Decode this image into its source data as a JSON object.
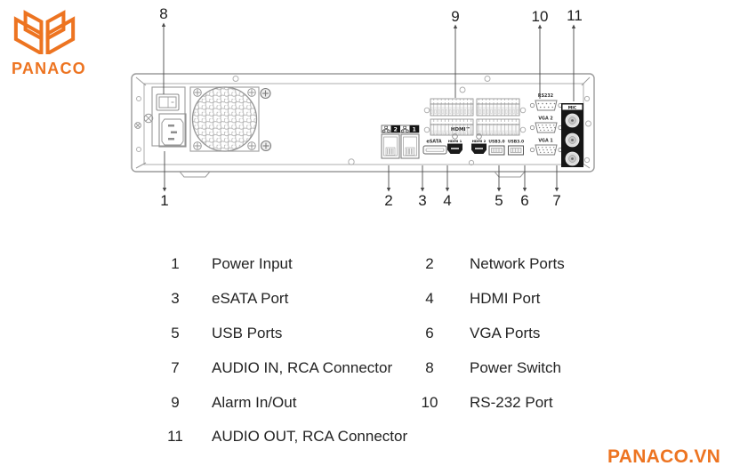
{
  "brand": {
    "logo_text": "PANACO",
    "site": "PANACO.VN",
    "accent": "#ED7421"
  },
  "diagram": {
    "port_labels": {
      "rs232": "RS232",
      "vga2": "VGA 2",
      "vga1": "VGA 1",
      "esata": "eSATA",
      "hdmi_tm": "HDMI™",
      "hdmi1": "HDMI 1",
      "hdmi2": "HDMI 2",
      "usb1": "USB3.0",
      "usb2": "USB3.0",
      "audio_header": "MIC",
      "net_port_2": "2",
      "net_port_1": "1"
    },
    "callouts": [
      {
        "num": "1"
      },
      {
        "num": "2"
      },
      {
        "num": "3"
      },
      {
        "num": "4"
      },
      {
        "num": "5"
      },
      {
        "num": "6"
      },
      {
        "num": "7"
      },
      {
        "num": "8"
      },
      {
        "num": "9"
      },
      {
        "num": "10"
      },
      {
        "num": "11"
      }
    ]
  },
  "legend": {
    "rows": [
      {
        "n1": "1",
        "l1": "Power Input",
        "n2": "2",
        "l2": "Network Ports"
      },
      {
        "n1": "3",
        "l1": "eSATA Port",
        "n2": "4",
        "l2": "HDMI Port"
      },
      {
        "n1": "5",
        "l1": "USB Ports",
        "n2": "6",
        "l2": "VGA Ports"
      },
      {
        "n1": "7",
        "l1": "AUDIO IN, RCA Connector",
        "n2": "8",
        "l2": "Power Switch"
      },
      {
        "n1": "9",
        "l1": "Alarm In/Out",
        "n2": "10",
        "l2": "RS-232 Port"
      },
      {
        "n1": "11",
        "l1": "AUDIO OUT, RCA Connector",
        "n2": "",
        "l2": ""
      }
    ]
  }
}
